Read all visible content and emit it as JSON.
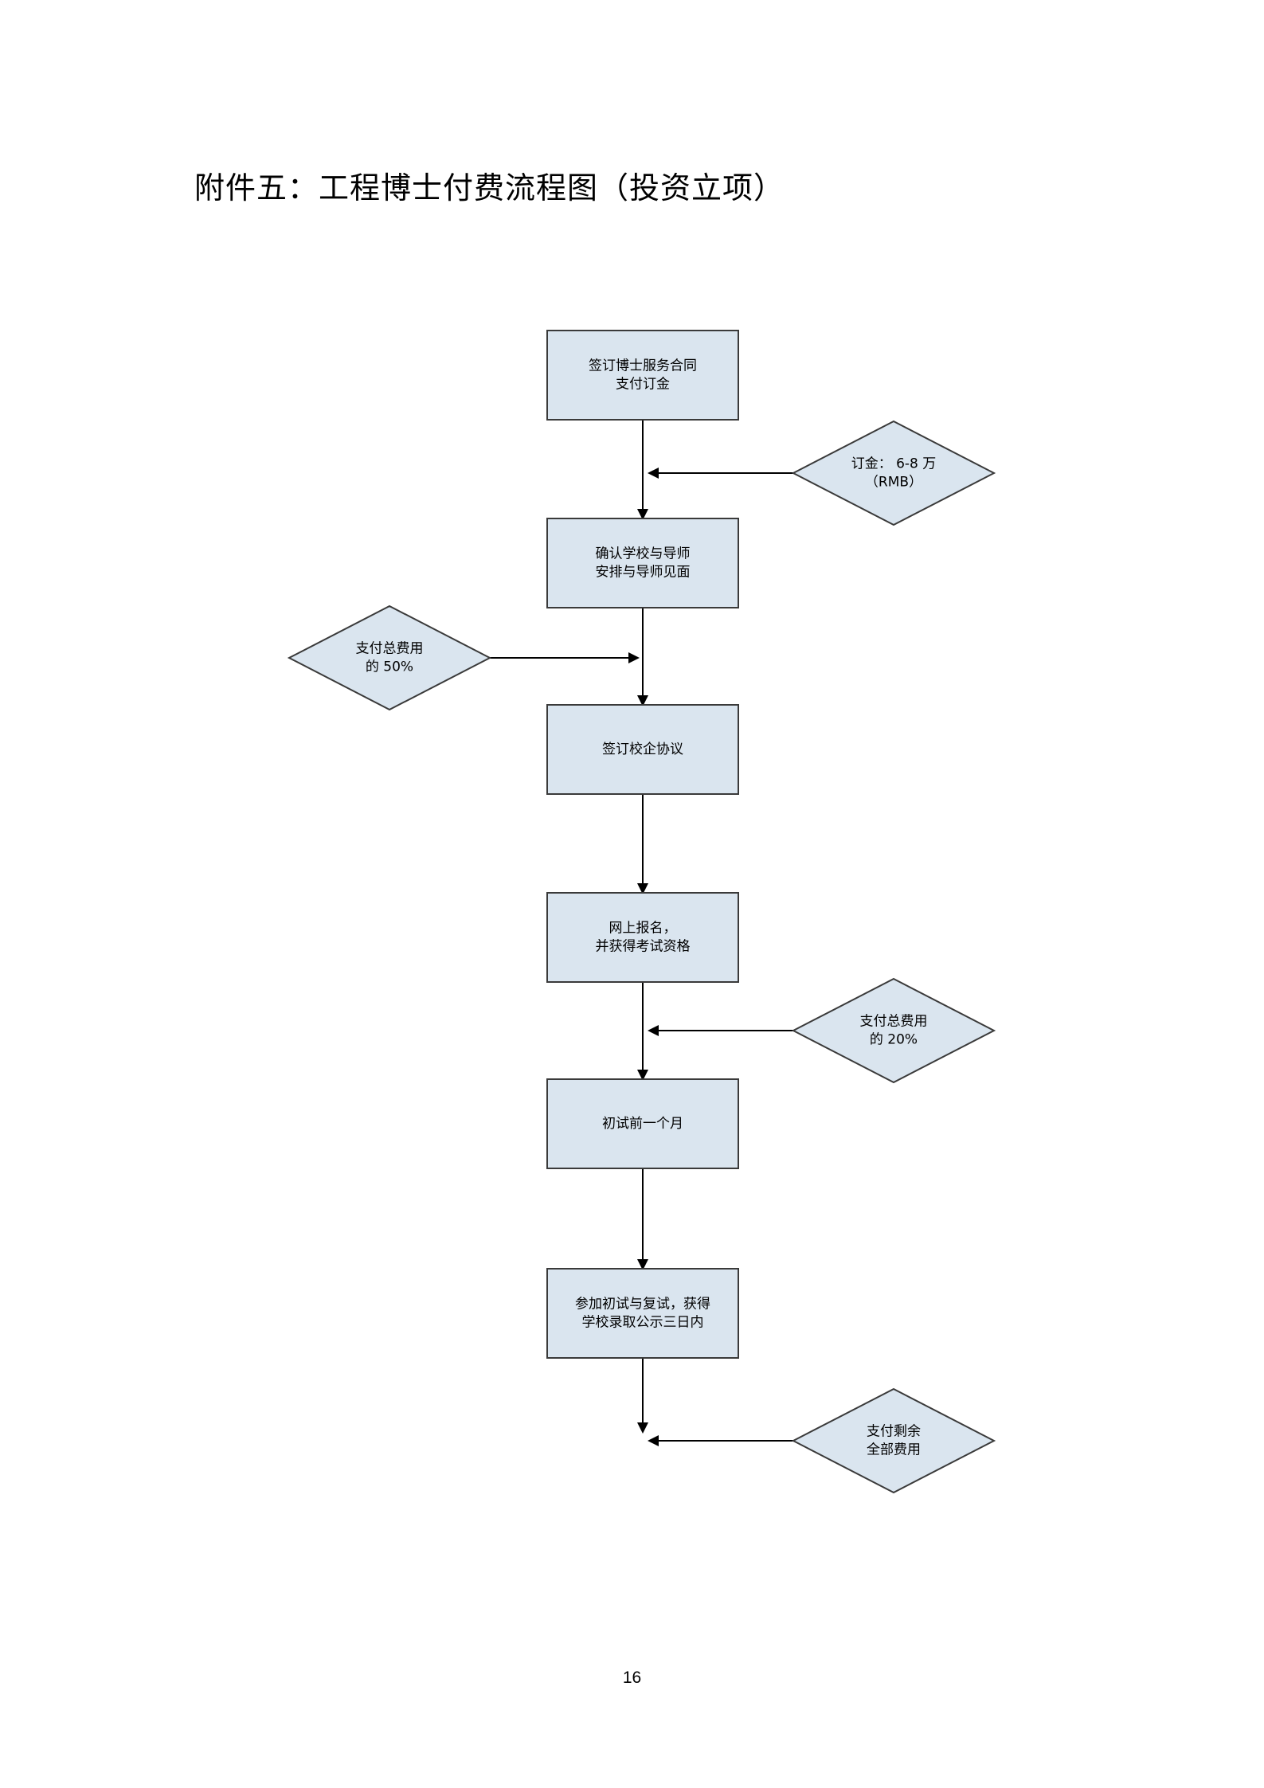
{
  "title": "附件五：工程博士付费流程图（投资立项）",
  "page_number": "16",
  "colors": {
    "node_fill": "#dae5ef",
    "node_stroke": "#3a3a3a",
    "arrow": "#000000"
  },
  "steps": [
    {
      "id": "step-1",
      "lines": [
        "签订博士服务合同",
        "支付订金"
      ]
    },
    {
      "id": "step-2",
      "lines": [
        "确认学校与导师",
        "安排与导师见面"
      ]
    },
    {
      "id": "step-3",
      "lines": [
        "签订校企协议"
      ]
    },
    {
      "id": "step-4",
      "lines": [
        "网上报名，",
        "并获得考试资格"
      ]
    },
    {
      "id": "step-5",
      "lines": [
        "初试前一个月"
      ]
    },
    {
      "id": "step-6",
      "lines": [
        "参加初试与复试，获得",
        "学校录取公示三日内"
      ]
    }
  ],
  "payments": [
    {
      "id": "payment-deposit",
      "lines": [
        "订金： 6-8 万",
        "（RMB）"
      ]
    },
    {
      "id": "payment-50",
      "lines": [
        "支付总费用",
        "的 50%"
      ]
    },
    {
      "id": "payment-20",
      "lines": [
        "支付总费用",
        "的 20%"
      ]
    },
    {
      "id": "payment-remaining",
      "lines": [
        "支付剩余",
        "全部费用"
      ]
    }
  ]
}
